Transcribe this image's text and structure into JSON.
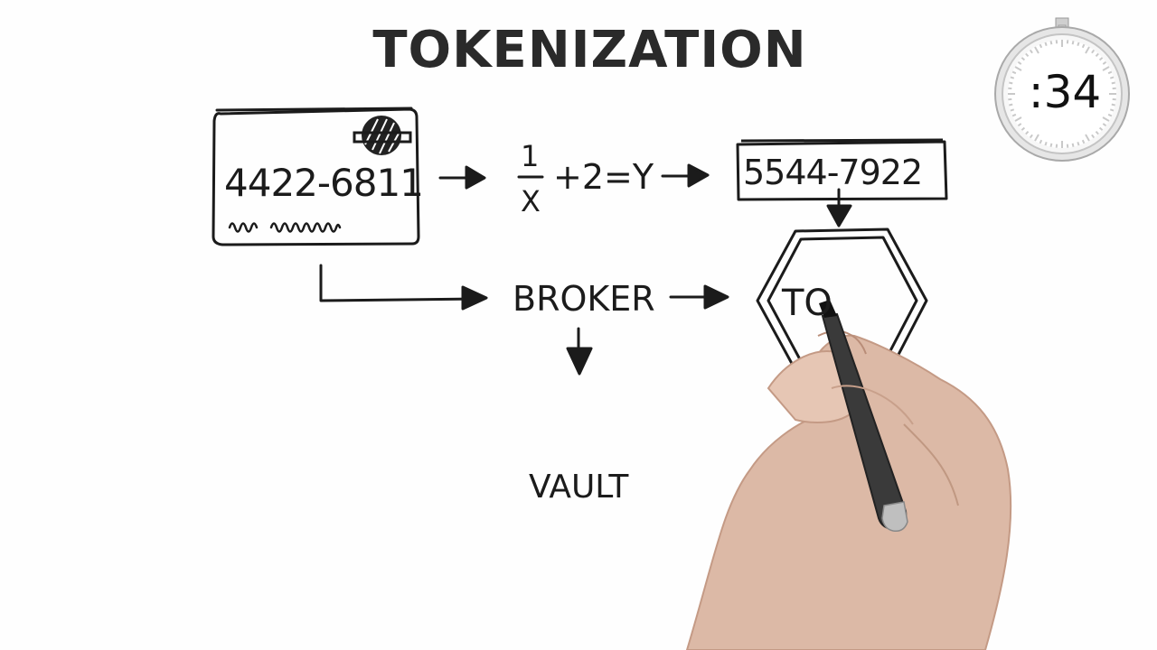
{
  "title": "TOKENIZATION",
  "timer": ":34",
  "card": {
    "number": "4422-6811",
    "scribble": "uwe uwder"
  },
  "formula": {
    "numerator": "1",
    "denominator": "X",
    "rest": "+2=Y"
  },
  "token": {
    "number": "5544-7922"
  },
  "broker": "BROKER",
  "vault": "VAULT",
  "hexagon_label": "TO"
}
